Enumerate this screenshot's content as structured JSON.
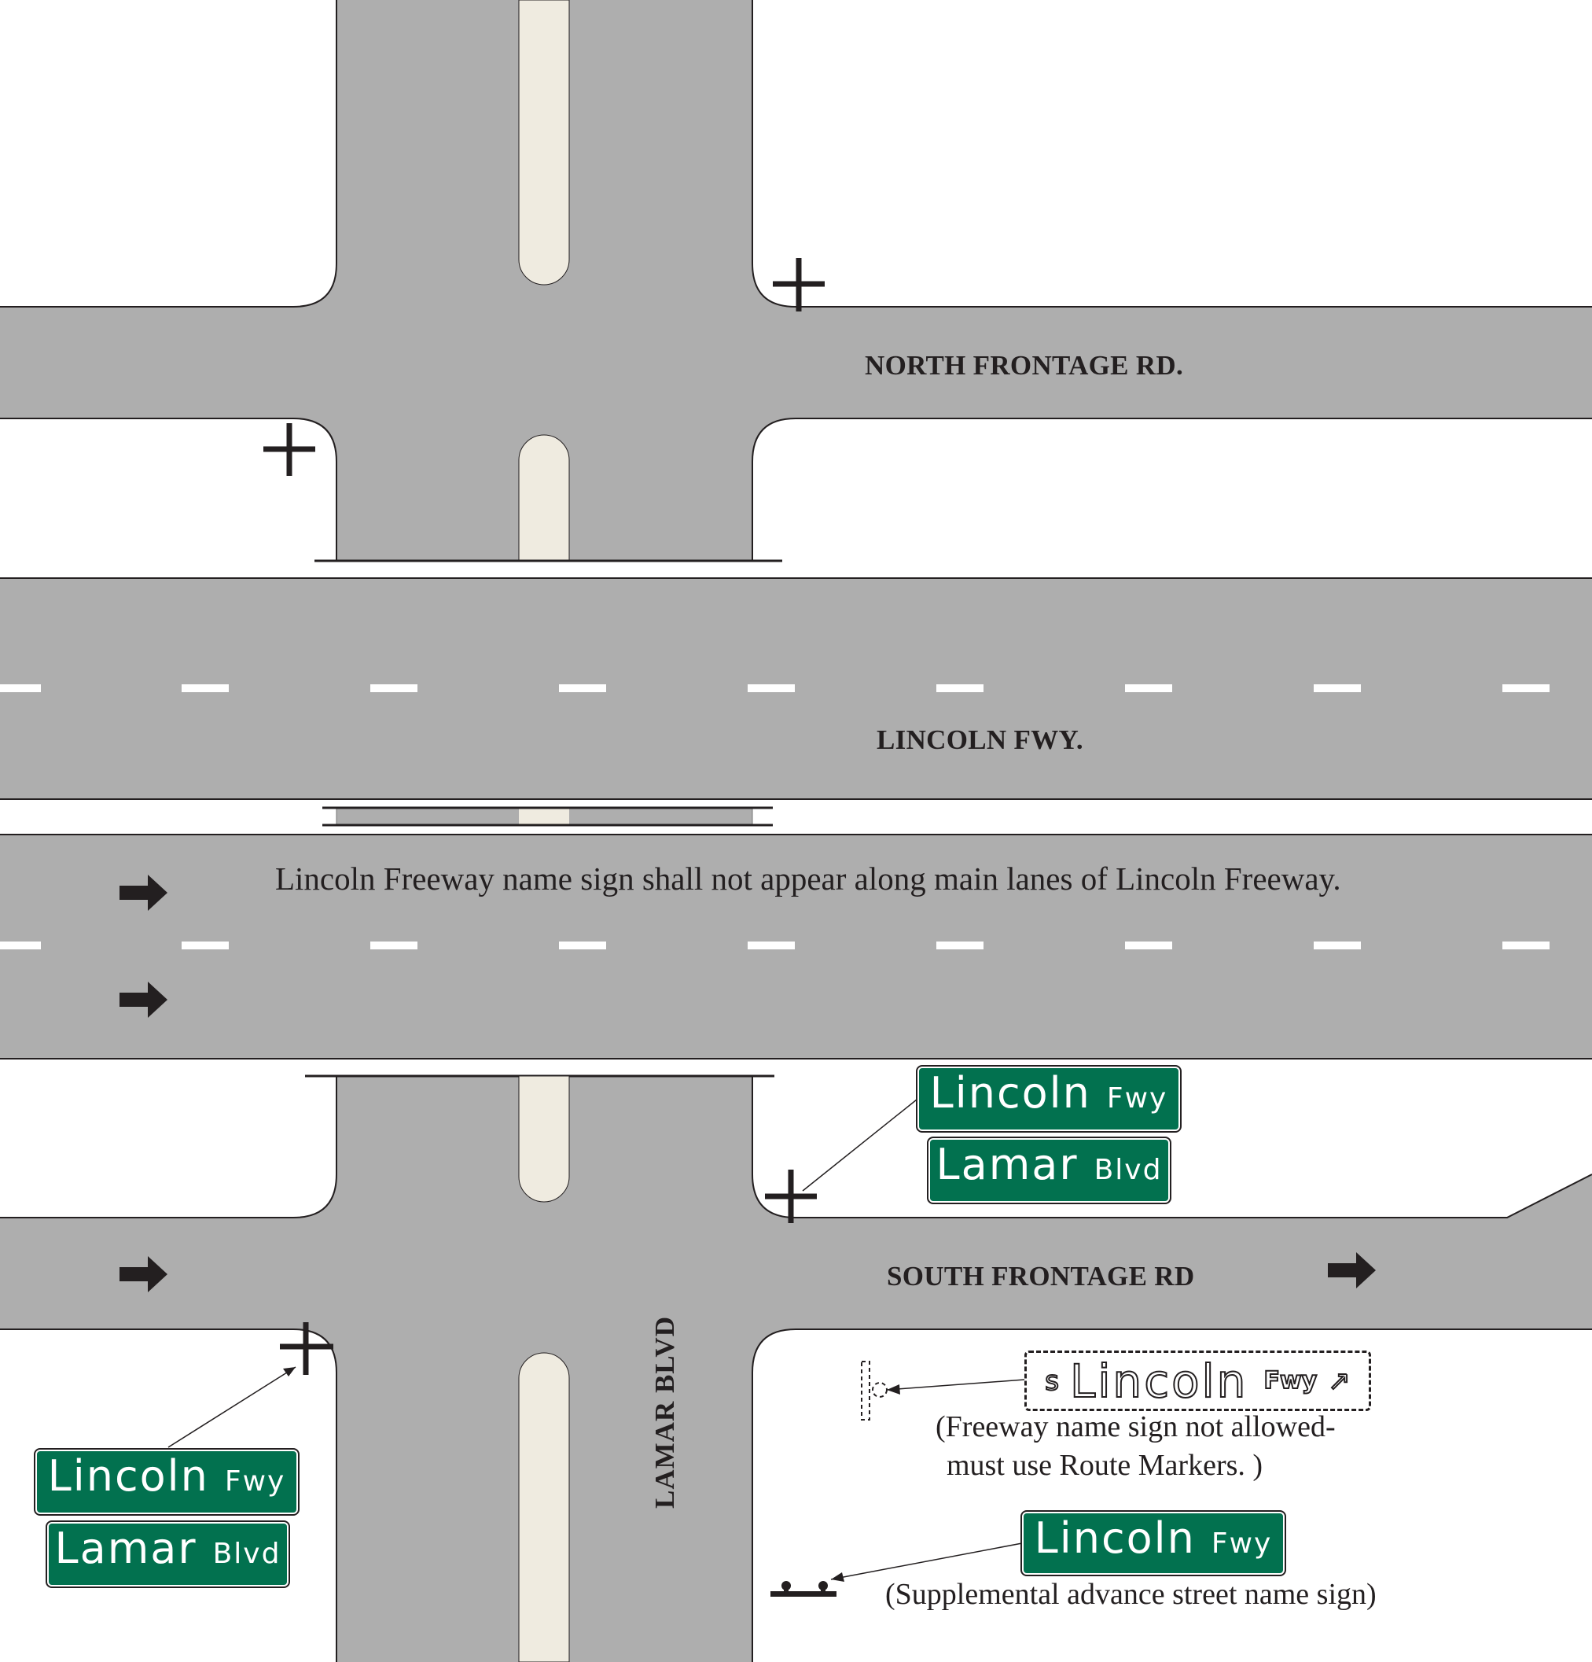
{
  "roads": {
    "north_frontage": "NORTH FRONTAGE RD.",
    "freeway": "LINCOLN FWY.",
    "south_frontage": "SOUTH FRONTAGE RD",
    "cross_street": "LAMAR BLVD"
  },
  "notes": {
    "mainlane_rule": "Lincoln Freeway name sign shall not appear along main lanes of Lincoln Freeway.",
    "not_allowed_caption_line1": "(Freeway name sign not allowed-",
    "not_allowed_caption_line2": "must use Route Markers. )",
    "supplemental_caption": "(Supplemental advance street name sign)"
  },
  "signs": {
    "ne_corner": {
      "top": {
        "main": "Lincoln",
        "sub": "Fwy"
      },
      "bottom": {
        "main": "Lamar",
        "sub": "Blvd"
      }
    },
    "sw_corner": {
      "top": {
        "main": "Lincoln",
        "sub": "Fwy"
      },
      "bottom": {
        "main": "Lamar",
        "sub": "Blvd"
      }
    },
    "not_allowed": {
      "prefix": "s",
      "main": "Lincoln",
      "sub": "Fwy",
      "arrow": "↗"
    },
    "supplemental": {
      "main": "Lincoln",
      "sub": "Fwy"
    }
  },
  "colors": {
    "pavement": "#aeaeae",
    "median": "#efebe0",
    "sign_green": "#02714f",
    "line": "#231f20",
    "lane_marking": "#ffffff"
  }
}
